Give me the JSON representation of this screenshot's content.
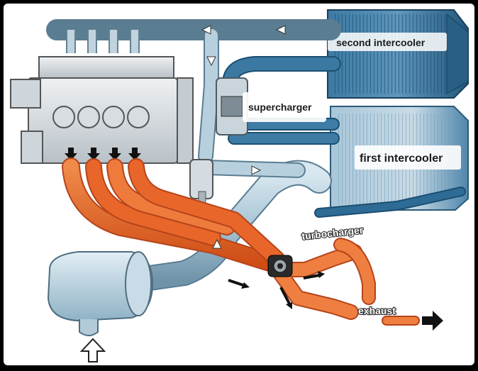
{
  "labels": {
    "second_intercooler": "second intercooler",
    "supercharger": "supercharger",
    "first_intercooler": "first intercooler",
    "turbocharger": "turbocharger",
    "exhaust": "exhaust"
  },
  "colors": {
    "background": "#ffffff",
    "frame": "#000000",
    "intake_pipe": "#a9c6d6",
    "engine": "#d3d8dc",
    "exhaust_pipe": "#e8662a",
    "intercooler": "#2f6d96",
    "arrow": "#111111"
  }
}
